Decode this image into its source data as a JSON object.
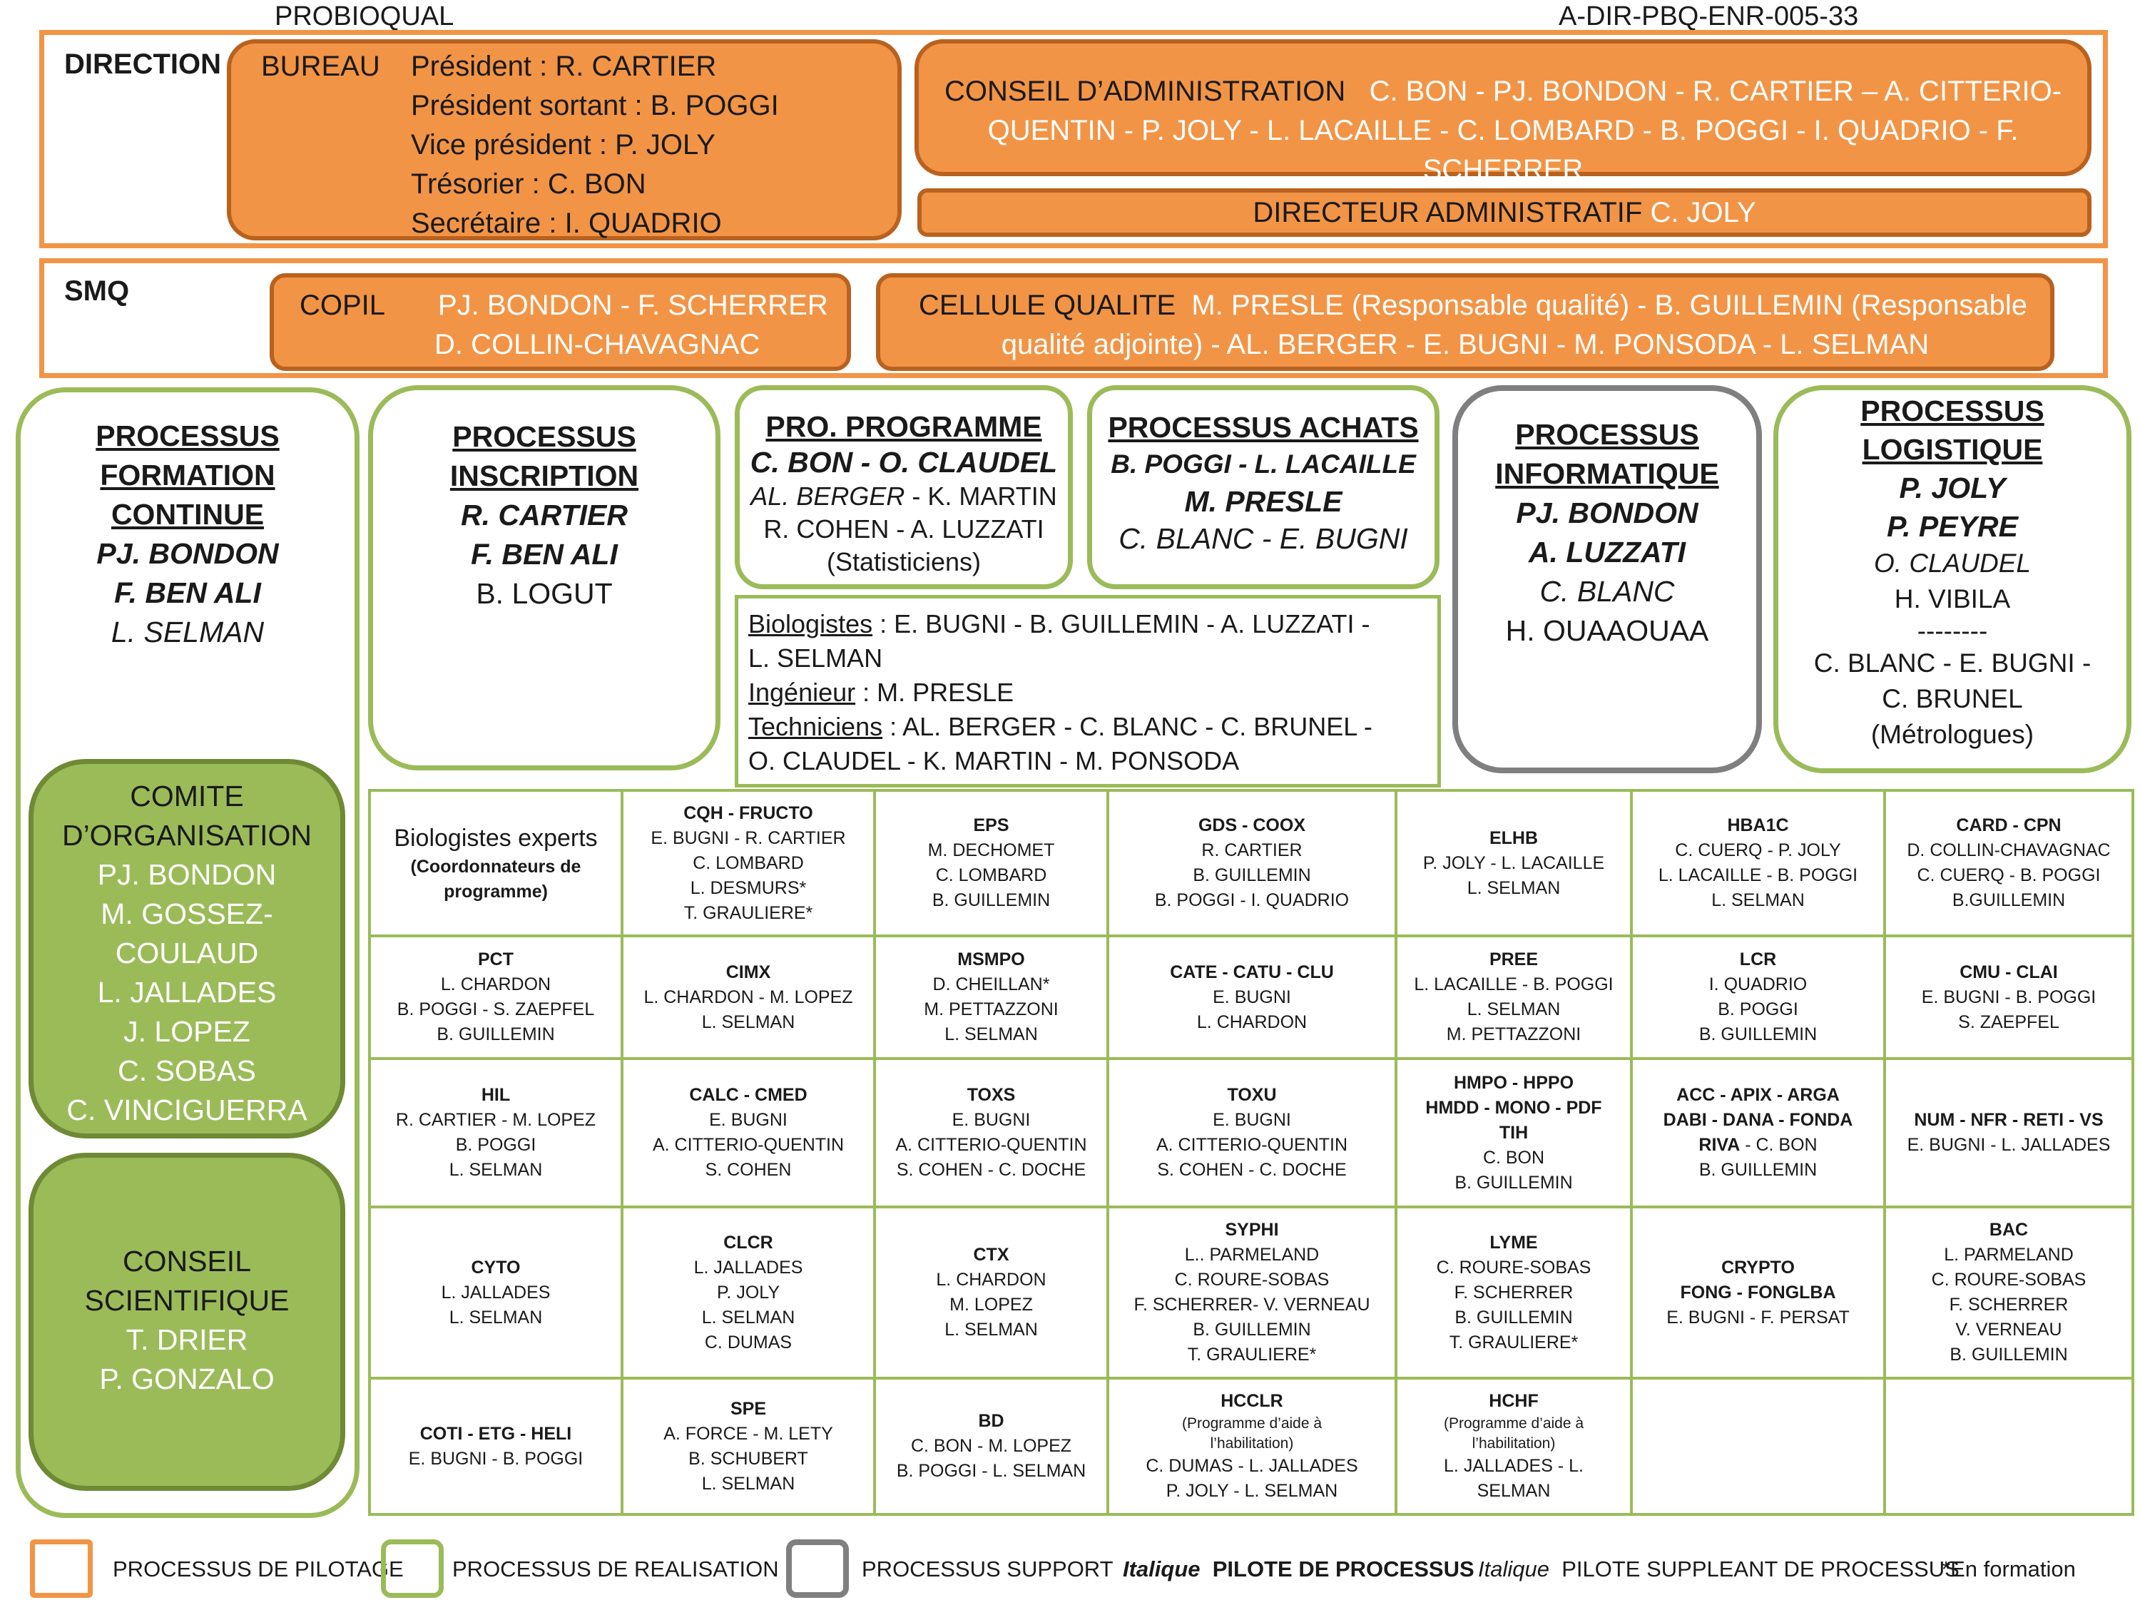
{
  "header": {
    "left": "PROBIOQUAL",
    "right": "A-DIR-PBQ-ENR-005-33"
  },
  "direction": {
    "label": "DIRECTION",
    "bureau": {
      "title": "BUREAU",
      "lines": [
        "Président : R. CARTIER",
        "Président sortant : B. POGGI",
        "Vice président : P. JOLY",
        "Trésorier : C. BON",
        "Secrétaire : I. QUADRIO"
      ]
    },
    "conseil": {
      "title": "CONSEIL D’ADMINISTRATION",
      "line1": "C. BON - PJ. BONDON - R. CARTIER – A. CITTERIO-",
      "line2": "QUENTIN - P. JOLY - L. LACAILLE - C. LOMBARD - B. POGGI - I. QUADRIO - F. SCHERRER"
    },
    "directeur": {
      "title": "DIRECTEUR ADMINISTRATIF",
      "name": "C. JOLY"
    }
  },
  "smq": {
    "label": "SMQ",
    "copil": {
      "title": "COPIL",
      "line1": "PJ. BONDON - F. SCHERRER",
      "line2": "D. COLLIN-CHAVAGNAC"
    },
    "cellule": {
      "title": "CELLULE QUALITE",
      "line1": "M. PRESLE (Responsable qualité)  - B. GUILLEMIN (Responsable",
      "line2": "qualité adjointe) - AL. BERGER - E. BUGNI - M. PONSODA - L. SELMAN"
    }
  },
  "processes": {
    "formation": {
      "t1": "PROCESSUS",
      "t2": "FORMATION",
      "t3": "CONTINUE",
      "p1": "PJ. BONDON",
      "p2": "F. BEN ALI",
      "s1": "L. SELMAN"
    },
    "inscription": {
      "t1": "PROCESSUS",
      "t2": "INSCRIPTION",
      "p1": "R. CARTIER",
      "p2": "F. BEN ALI",
      "n1": "B. LOGUT"
    },
    "programme": {
      "t1": "PRO. PROGRAMME",
      "p1": "C. BON - O. CLAUDEL",
      "s1": "AL. BERGER",
      "n1": " - K. MARTIN",
      "n2": "R. COHEN - A. LUZZATI",
      "n3": "(Statisticiens)"
    },
    "achats": {
      "t1": "PROCESSUS ACHATS",
      "p1": "B. POGGI - L. LACAILLE",
      "p2": "M. PRESLE",
      "s1": "C. BLANC - E. BUGNI"
    },
    "informatique": {
      "t1": "PROCESSUS",
      "t2": "INFORMATIQUE",
      "p1": "PJ. BONDON",
      "p2": "A. LUZZATI",
      "s1": "C. BLANC",
      "n1": "H. OUAAOUAA"
    },
    "logistique": {
      "t1": "PROCESSUS",
      "t2": "LOGISTIQUE",
      "p1": "P. JOLY",
      "p2": "P. PEYRE",
      "s1": "O. CLAUDEL",
      "n1": "H. VIBILA",
      "sep": "--------",
      "n2": "C. BLANC - E. BUGNI -",
      "n3": "C. BRUNEL",
      "n4": "(Métrologues)"
    }
  },
  "staff": {
    "bio_label": "Biologistes",
    "bio_text": " : E. BUGNI - B. GUILLEMIN - A. LUZZATI -",
    "bio_text2": "L. SELMAN",
    "ing_label": "Ingénieur",
    "ing_text": " : M. PRESLE",
    "tech_label": "Techniciens",
    "tech_text": " : AL. BERGER - C. BLANC - C. BRUNEL -",
    "tech_text2": "O. CLAUDEL - K. MARTIN - M. PONSODA"
  },
  "comite": {
    "title1": "COMITE",
    "title2": "D’ORGANISATION",
    "names": [
      "PJ. BONDON",
      "M. GOSSEZ-",
      "COULAUD",
      "L. JALLADES",
      "J. LOPEZ",
      "C. SOBAS",
      "C. VINCIGUERRA"
    ]
  },
  "conseil_sci": {
    "title1": "CONSEIL",
    "title2": "SCIENTIFIQUE",
    "names": [
      "T. DRIER",
      "P. GONZALO"
    ]
  },
  "grid": {
    "header_title": "Biologistes experts",
    "header_sub": "(Coordonnateurs de programme)",
    "cells": [
      [
        "CQH - FRUCTO",
        "E. BUGNI - R. CARTIER",
        "C. LOMBARD",
        "L. DESMURS*",
        "T. GRAULIERE*"
      ],
      [
        "EPS",
        "M. DECHOMET",
        "C. LOMBARD",
        "B. GUILLEMIN"
      ],
      [
        "GDS - COOX",
        "R. CARTIER",
        "B. GUILLEMIN",
        "B. POGGI - I. QUADRIO"
      ],
      [
        "ELHB",
        "P. JOLY - L. LACAILLE",
        "L. SELMAN"
      ],
      [
        "HBA1C",
        "C. CUERQ - P. JOLY",
        "L. LACAILLE - B. POGGI",
        "L. SELMAN"
      ],
      [
        "CARD - CPN",
        "D. COLLIN-CHAVAGNAC",
        "C. CUERQ - B. POGGI",
        "B.GUILLEMIN"
      ],
      [
        "PCT",
        "L. CHARDON",
        "B. POGGI - S. ZAEPFEL",
        "B. GUILLEMIN"
      ],
      [
        "CIMX",
        "L. CHARDON - M. LOPEZ",
        "L. SELMAN"
      ],
      [
        "MSMPO",
        "D. CHEILLAN*",
        "M. PETTAZZONI",
        "L. SELMAN"
      ],
      [
        "CATE - CATU - CLU",
        "E. BUGNI",
        "L. CHARDON"
      ],
      [
        "PREE",
        "L. LACAILLE - B. POGGI",
        "L. SELMAN",
        "M. PETTAZZONI"
      ],
      [
        "LCR",
        "I. QUADRIO",
        "B. POGGI",
        "B. GUILLEMIN"
      ],
      [
        "CMU - CLAI",
        "E. BUGNI - B. POGGI",
        "S. ZAEPFEL"
      ],
      [
        "HIL",
        "R. CARTIER  - M. LOPEZ",
        "B. POGGI",
        "L. SELMAN"
      ],
      [
        "CALC - CMED",
        "E. BUGNI",
        "A. CITTERIO-QUENTIN",
        "S. COHEN"
      ],
      [
        "TOXS",
        "E. BUGNI",
        "A. CITTERIO-QUENTIN",
        "S. COHEN - C. DOCHE"
      ],
      [
        "TOXU",
        "E. BUGNI",
        "A. CITTERIO-QUENTIN",
        "S. COHEN - C. DOCHE"
      ],
      [
        "HMPO - HPPO",
        "HMDD - MONO - PDF",
        "TIH",
        "C. BON",
        "B. GUILLEMIN"
      ],
      [
        "ACC - APIX - ARGA",
        "DABI - DANA - FONDA",
        "RIVA",
        "B. GUILLEMIN"
      ],
      [
        "NUM - NFR - RETI - VS",
        "E. BUGNI - L. JALLADES"
      ],
      [
        "CYTO",
        "L. JALLADES",
        "L. SELMAN"
      ],
      [
        "CLCR",
        "L. JALLADES",
        "P. JOLY",
        "L. SELMAN",
        "C. DUMAS"
      ],
      [
        "CTX",
        "L. CHARDON",
        "M. LOPEZ",
        "L. SELMAN"
      ],
      [
        "SYPHI",
        "L.. PARMELAND",
        "C. ROURE-SOBAS",
        "F. SCHERRER- V. VERNEAU",
        "B. GUILLEMIN",
        "T. GRAULIERE*"
      ],
      [
        "LYME",
        "C. ROURE-SOBAS",
        "F. SCHERRER",
        "B. GUILLEMIN",
        "T. GRAULIERE*"
      ],
      [
        "CRYPTO",
        "FONG - FONGLBA",
        "E. BUGNI - F. PERSAT"
      ],
      [
        "BAC",
        "L. PARMELAND",
        "C. ROURE-SOBAS",
        "F. SCHERRER",
        "V. VERNEAU",
        "B. GUILLEMIN"
      ],
      [
        "COTI - ETG - HELI",
        "E. BUGNI - B. POGGI"
      ],
      [
        "SPE",
        "A. FORCE - M. LETY",
        "B. SCHUBERT",
        "L. SELMAN"
      ],
      [
        "BD",
        "C. BON - M. LOPEZ",
        "B. POGGI - L. SELMAN"
      ],
      [
        "HCCLR",
        "(Programme d’aide à",
        "l’habilitation)",
        "C. DUMAS - L. JALLADES",
        "P. JOLY - L. SELMAN"
      ],
      [
        "HCHF",
        "(Programme d’aide à",
        "l’habilitation)",
        "L. JALLADES - L.",
        "SELMAN"
      ]
    ],
    "riva_suffix": " - C. BON"
  },
  "legend": {
    "pilotage": "PROCESSUS DE PILOTAGE",
    "realisation": "PROCESSUS DE REALISATION",
    "support": "PROCESSUS SUPPORT",
    "italic_bold": "Italique",
    "pilote": "PILOTE DE PROCESSUS",
    "italic": "Italique",
    "suppleant": "PILOTE SUPPLEANT DE PROCESSUS",
    "formation": "*En formation",
    "colors": {
      "pilotage": "#f29446",
      "realisation": "#9bbb59",
      "support": "#7f7f7f"
    }
  }
}
